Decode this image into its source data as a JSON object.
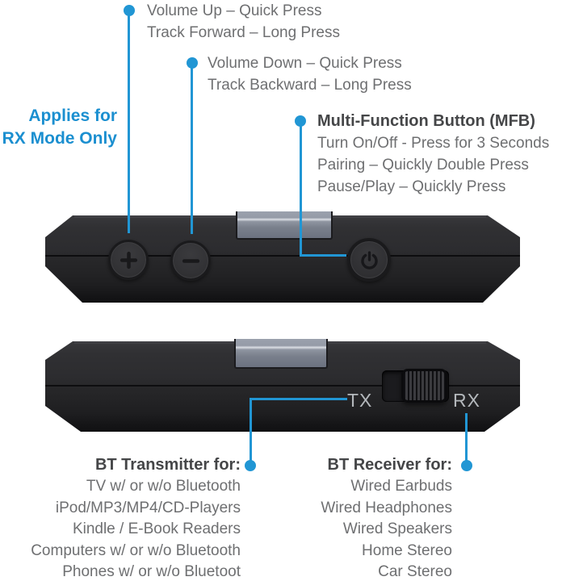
{
  "colors": {
    "accent_blue": "#2196d4",
    "blue_note_text": "#1b8fd0",
    "body_text": "#6e6f71",
    "heading_text": "#454648",
    "device_label_text": "#b4b8bc",
    "device_body": "#2b2b2d",
    "clip_gray": "#8f95a1",
    "background": "#ffffff"
  },
  "callouts": {
    "volume_up": {
      "line1": "Volume Up – Quick Press",
      "line2": "Track Forward – Long Press"
    },
    "volume_down": {
      "line1": "Volume Down – Quick Press",
      "line2": "Track Backward – Long Press"
    },
    "rx_mode_note": {
      "line1": "Applies for",
      "line2": "RX Mode Only"
    },
    "mfb": {
      "title": "Multi-Function Button (MFB)",
      "line1": "Turn On/Off - Press for 3 Seconds",
      "line2": "Pairing – Quickly Double Press",
      "line3": "Pause/Play – Quickly Press"
    }
  },
  "device": {
    "tx_label": "TX",
    "rx_label": "RX"
  },
  "lists": {
    "transmitter": {
      "title": "BT Transmitter for:",
      "items": [
        "TV w/ or w/o Bluetooth",
        "iPod/MP3/MP4/CD-Players",
        "Kindle / E-Book Readers",
        "Computers w/ or w/o Bluetooth",
        "Phones w/ or w/o Bluetoot"
      ]
    },
    "receiver": {
      "title": "BT Receiver for:",
      "items": [
        "Wired Earbuds",
        "Wired Headphones",
        "Wired Speakers",
        "Home Stereo",
        "Car Stereo"
      ]
    }
  },
  "icons": {
    "plus": "+",
    "minus": "−",
    "power": "⏻"
  }
}
